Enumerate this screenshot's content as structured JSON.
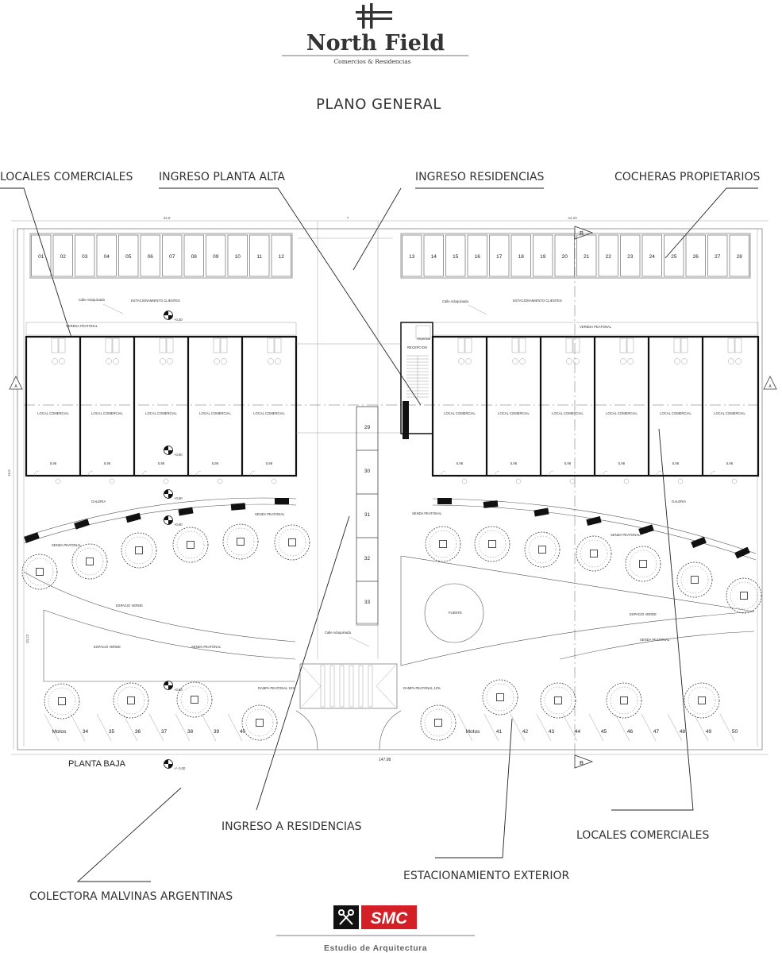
{
  "brand": {
    "name": "North Field",
    "tagline": "Comercios & Residencias"
  },
  "title": "PLANO GENERAL",
  "callouts": {
    "locales_top": "LOCALES COMERCIALES",
    "ingreso_planta_alta": "INGRESO PLANTA ALTA",
    "ingreso_residencias_top": "INGRESO RESIDENCIAS",
    "cocheras": "COCHERAS PROPIETARIOS",
    "ingreso_a_residencias": "INGRESO A RESIDENCIAS",
    "locales_bottom": "LOCALES COMERCIALES",
    "estacionamiento_exterior": "ESTACIONAMIENTO EXTERIOR",
    "colectora": "COLECTORA MALVINAS ARGENTINAS"
  },
  "plan": {
    "floor_label": "PLANTA BAJA",
    "total_width": "147,98",
    "section_a": "A",
    "section_b": "B",
    "garages_left": [
      "01",
      "02",
      "03",
      "04",
      "05",
      "06",
      "07",
      "08",
      "09",
      "10",
      "11",
      "12"
    ],
    "garages_right": [
      "13",
      "14",
      "15",
      "16",
      "17",
      "18",
      "19",
      "20",
      "21",
      "22",
      "23",
      "24",
      "25",
      "26",
      "27",
      "28"
    ],
    "center_spaces": [
      "29",
      "30",
      "31",
      "32",
      "33"
    ],
    "bottom_left_spaces": [
      "Motos",
      "34",
      "35",
      "36",
      "37",
      "38",
      "39",
      "40"
    ],
    "bottom_right_spaces": [
      "Motos",
      "41",
      "42",
      "43",
      "44",
      "45",
      "46",
      "47",
      "48",
      "49",
      "50"
    ],
    "local_label": "LOCAL COMERCIAL",
    "local_width": "5,98",
    "estacionamiento_clientes": "ESTACIONAMIENTO CLIENTES",
    "calle": "Calle Adoquinada",
    "vereda": "VEREDA PEATONAL",
    "adoquinada": "Adoquinada",
    "galeria": "GALERIA",
    "senda": "SENDA PEATONAL",
    "espacio_verde": "ESPACIO VERDE",
    "fuente": "FUENTE",
    "rampa": "RAMPA PEATONAL 12%",
    "recepcion": "RECEPCION",
    "ascensor": "Ascensor",
    "dim_top_left": "34,5",
    "dim_top_right": "44,33",
    "dim_top_center": "7",
    "dim_side": "16,5",
    "dim_side2": "20,22",
    "level_1": "+0,30",
    "level_2": "+0,60",
    "level_3": "+0,90",
    "level_4": "+/- 0,00"
  },
  "footer": {
    "logo_text": "SMC",
    "studio": "Estudio de Arquitectura"
  }
}
